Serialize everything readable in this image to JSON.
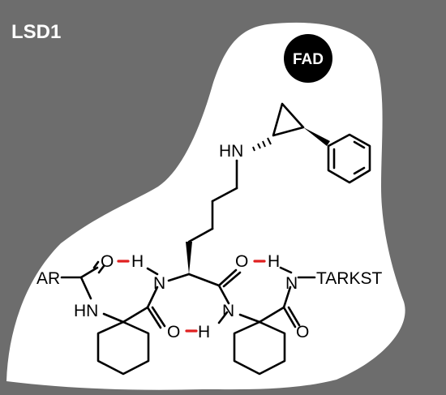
{
  "title": "LSD1",
  "cofactor": "FAD",
  "atoms": {
    "ar": "AR",
    "o1": "O",
    "h1": "H",
    "nh1": "HN",
    "o2": "O",
    "h2": "H",
    "n_mid": "N",
    "o3": "O",
    "h3": "H",
    "n_right": "N",
    "o4": "O",
    "nh_amine": "HN",
    "n_term": "N",
    "tail": "TARKST"
  },
  "colors": {
    "pocket": "#6d6d6d",
    "background": "#ffffff",
    "hbond": "#e02020",
    "ink": "#000000",
    "cofactor_text": "#ffffff"
  }
}
